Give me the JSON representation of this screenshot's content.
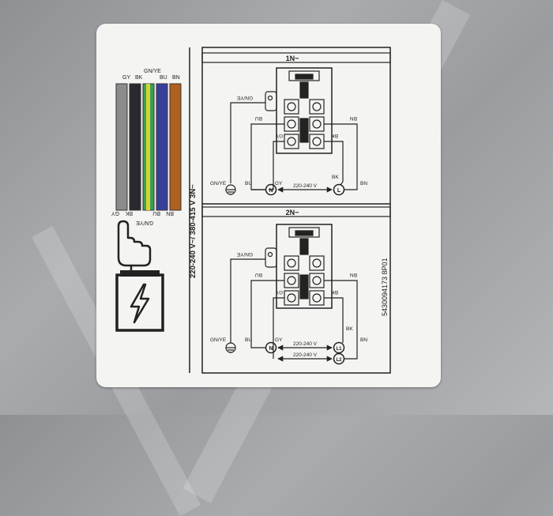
{
  "colors": {
    "background": "#9d9fa2",
    "label": "#f4f4f2",
    "ink": "#222222",
    "wire_gy": "#8c8c8c",
    "wire_bk": "#2a2a2e",
    "wire_gnye_green": "#3aa050",
    "wire_gnye_yellow": "#d6d23a",
    "wire_bu": "#3b3f9c",
    "wire_bn": "#b06020"
  },
  "wire_legend": {
    "top_labels": [
      "GY",
      "BK",
      "GN/YE",
      "BU",
      "BN"
    ],
    "bottom_labels": [
      "GY",
      "BK",
      "GN/YE",
      "BU",
      "BN"
    ]
  },
  "icons": [
    "hand-pointing-icon",
    "lightning-hazard-icon"
  ],
  "voltage_rating": "220-240 V~/ 380-415 V 3N~",
  "part_number": "5430094173 8P01",
  "diagram_1n": {
    "title": "1N~",
    "wires": {
      "gnye_top": "GN/YE",
      "bu_left": "BU",
      "gy_inner": "GY",
      "bn_right": "BN",
      "bk_right": "BK",
      "gnye_bottom": "GN/YE",
      "bu_bottom": "BU",
      "gy_bottom": "GY",
      "bn_bottom": "BN",
      "bk_bottom": "BK"
    },
    "terminals": {
      "neutral": "N",
      "line": "L"
    },
    "voltage": "220-240 V"
  },
  "diagram_2n": {
    "title": "2N~",
    "wires": {
      "gnye_top": "GN/YE",
      "bu_left": "BU",
      "gy_inner": "GY",
      "bn_right": "BN",
      "bk_right": "BK",
      "gnye_bottom": "GN/YE",
      "bu_bottom": "BU",
      "gy_bottom": "GY",
      "bk_bottom": "BK",
      "bn_bottom": "BN"
    },
    "terminals": {
      "neutral": "N",
      "line1": "L1",
      "line2": "L2"
    },
    "voltage_a": "220-240 V",
    "voltage_b": "220-240 V"
  }
}
